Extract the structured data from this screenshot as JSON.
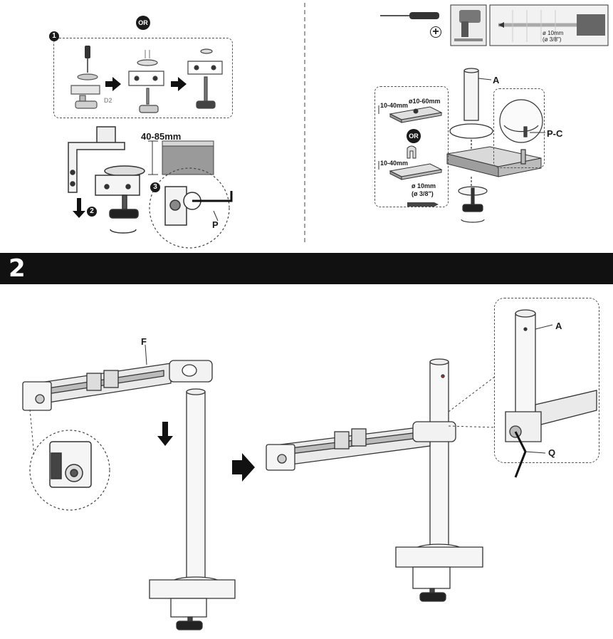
{
  "step1": {
    "or_top": "OR",
    "badge_1": "1",
    "badge_2": "2",
    "badge_3": "3",
    "or_right": "OR",
    "height_range": "40-85mm",
    "label_p": "P",
    "label_a": "A",
    "label_pc": "P-C",
    "top_thickness": "10-40mm",
    "hole_diameter": "ø10-60mm",
    "drill_size": "ø 10mm",
    "drill_size_inch": "(ø 3/8\")",
    "drill_photo_size": "ø 10mm",
    "drill_photo_size_inch": "(ø 3/8\")",
    "plus_sign": "+",
    "clamp_tag": "D2"
  },
  "step2": {
    "step_number": "2",
    "label_f": "F",
    "label_a": "A",
    "label_q": "Q"
  }
}
